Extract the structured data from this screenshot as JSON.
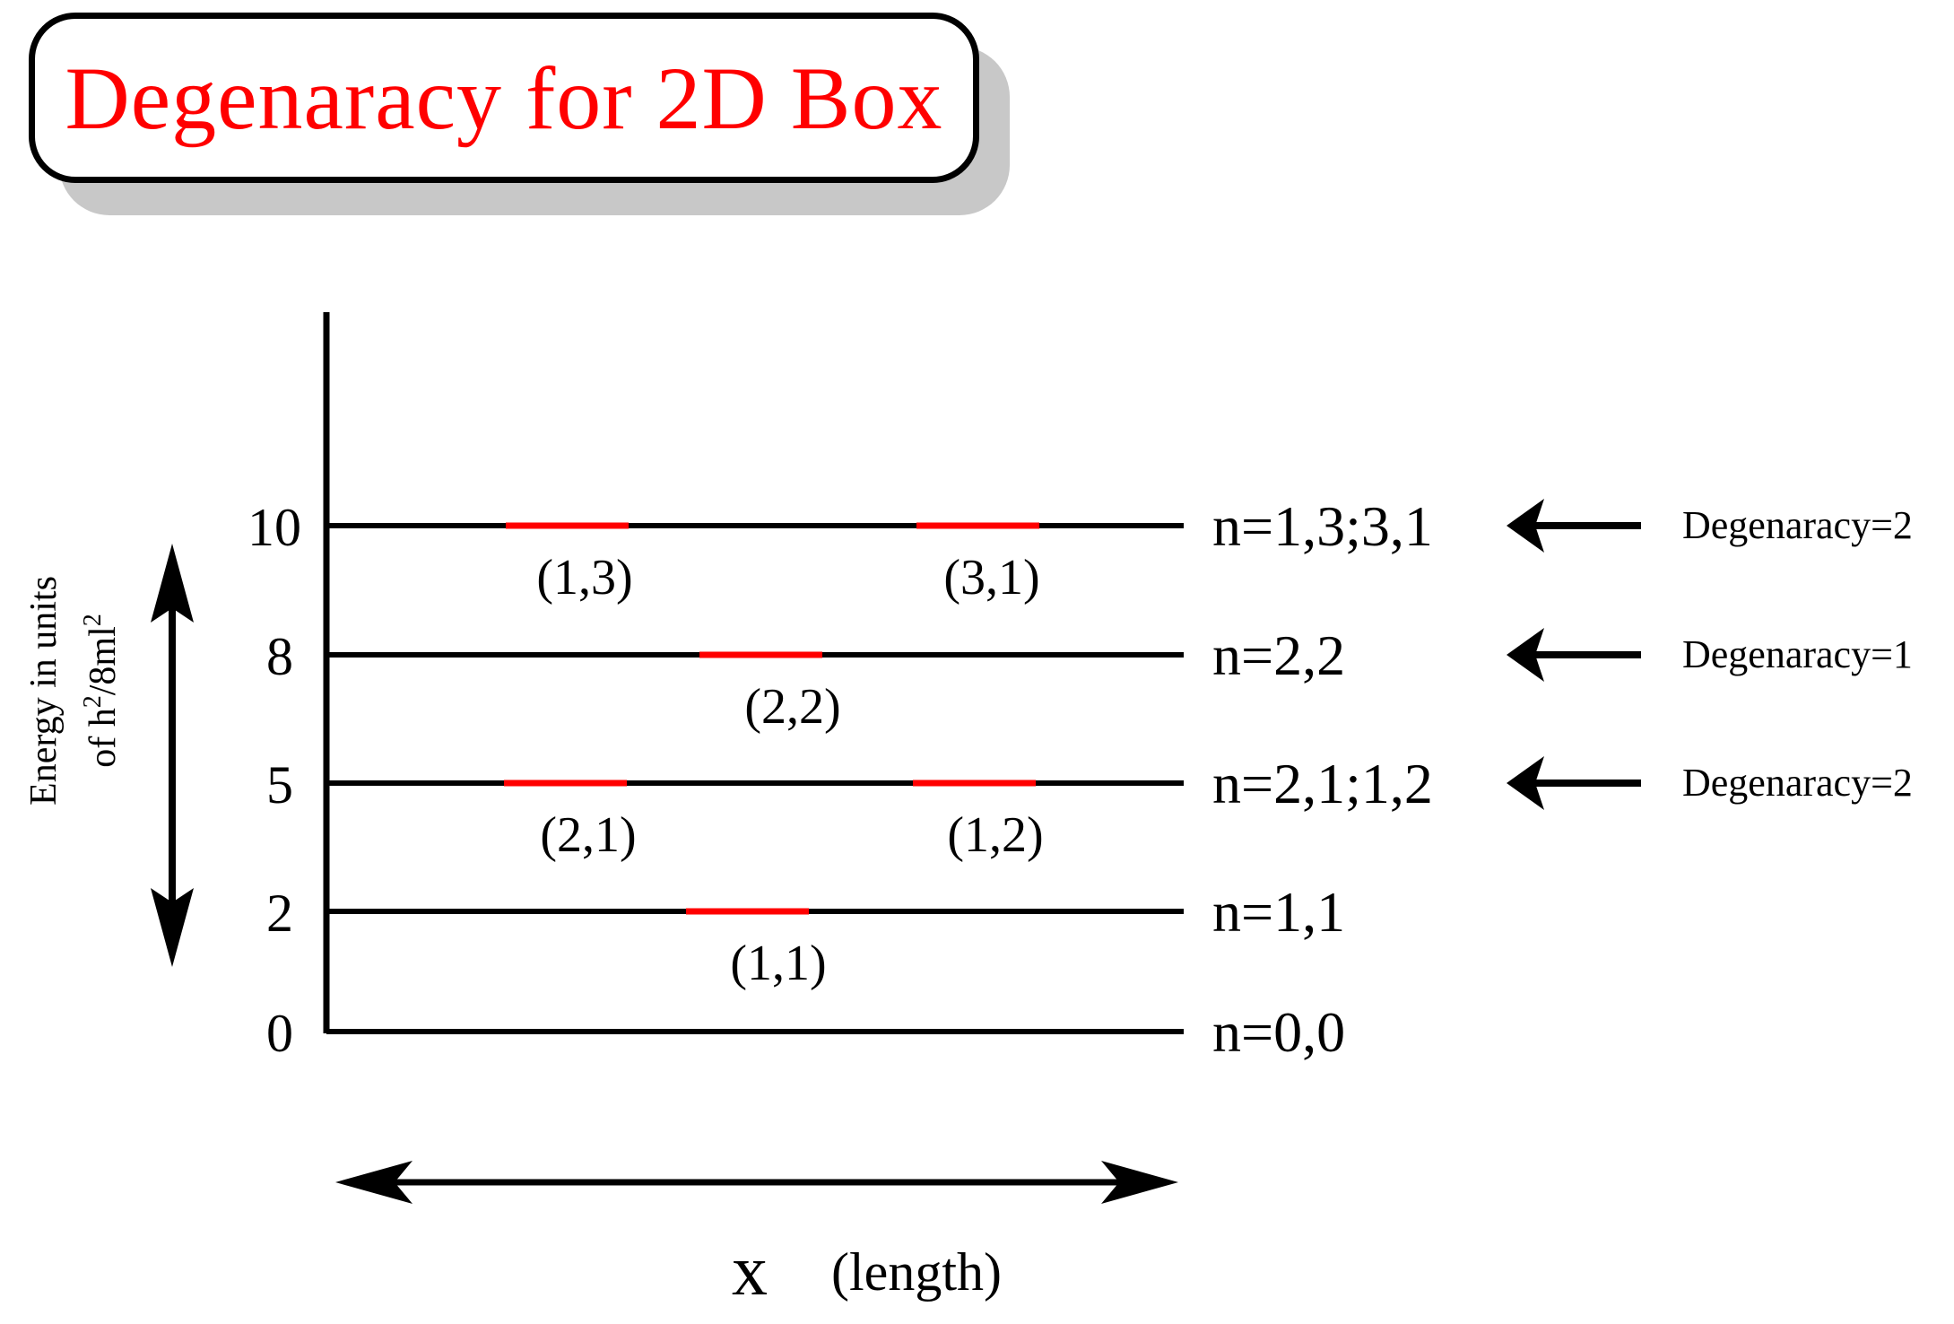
{
  "title": "Degenaracy for 2D Box",
  "y_axis_label": {
    "line1": "Energy in units",
    "line2_prefix": "of h",
    "line2_sup1": "2",
    "line2_mid": "/8ml",
    "line2_sup2": "2"
  },
  "x_axis_label": {
    "symbol": "x",
    "text": "(length)"
  },
  "levels": [
    {
      "energy": 0,
      "tick_label": "0",
      "name": "n=0,0",
      "states": [],
      "degeneracy": ""
    },
    {
      "energy": 2,
      "tick_label": "2",
      "name": "n=1,1",
      "states": [
        "(1,1)"
      ],
      "degeneracy": ""
    },
    {
      "energy": 5,
      "tick_label": "5",
      "name": "n=2,1;1,2",
      "states": [
        "(2,1)",
        "(1,2)"
      ],
      "degeneracy": "Degenaracy=2"
    },
    {
      "energy": 8,
      "tick_label": "8",
      "name": "n=2,2",
      "states": [
        "(2,2)"
      ],
      "degeneracy": "Degenaracy=1"
    },
    {
      "energy": 10,
      "tick_label": "10",
      "name": "n=1,3;3,1",
      "states": [
        "(1,3)",
        "(3,1)"
      ],
      "degeneracy": "Degenaracy=2"
    }
  ],
  "colors": {
    "title": "#ff0000",
    "state_segment": "#ff0000",
    "lines": "#000000",
    "title_shadow": "#c8c8c8"
  }
}
